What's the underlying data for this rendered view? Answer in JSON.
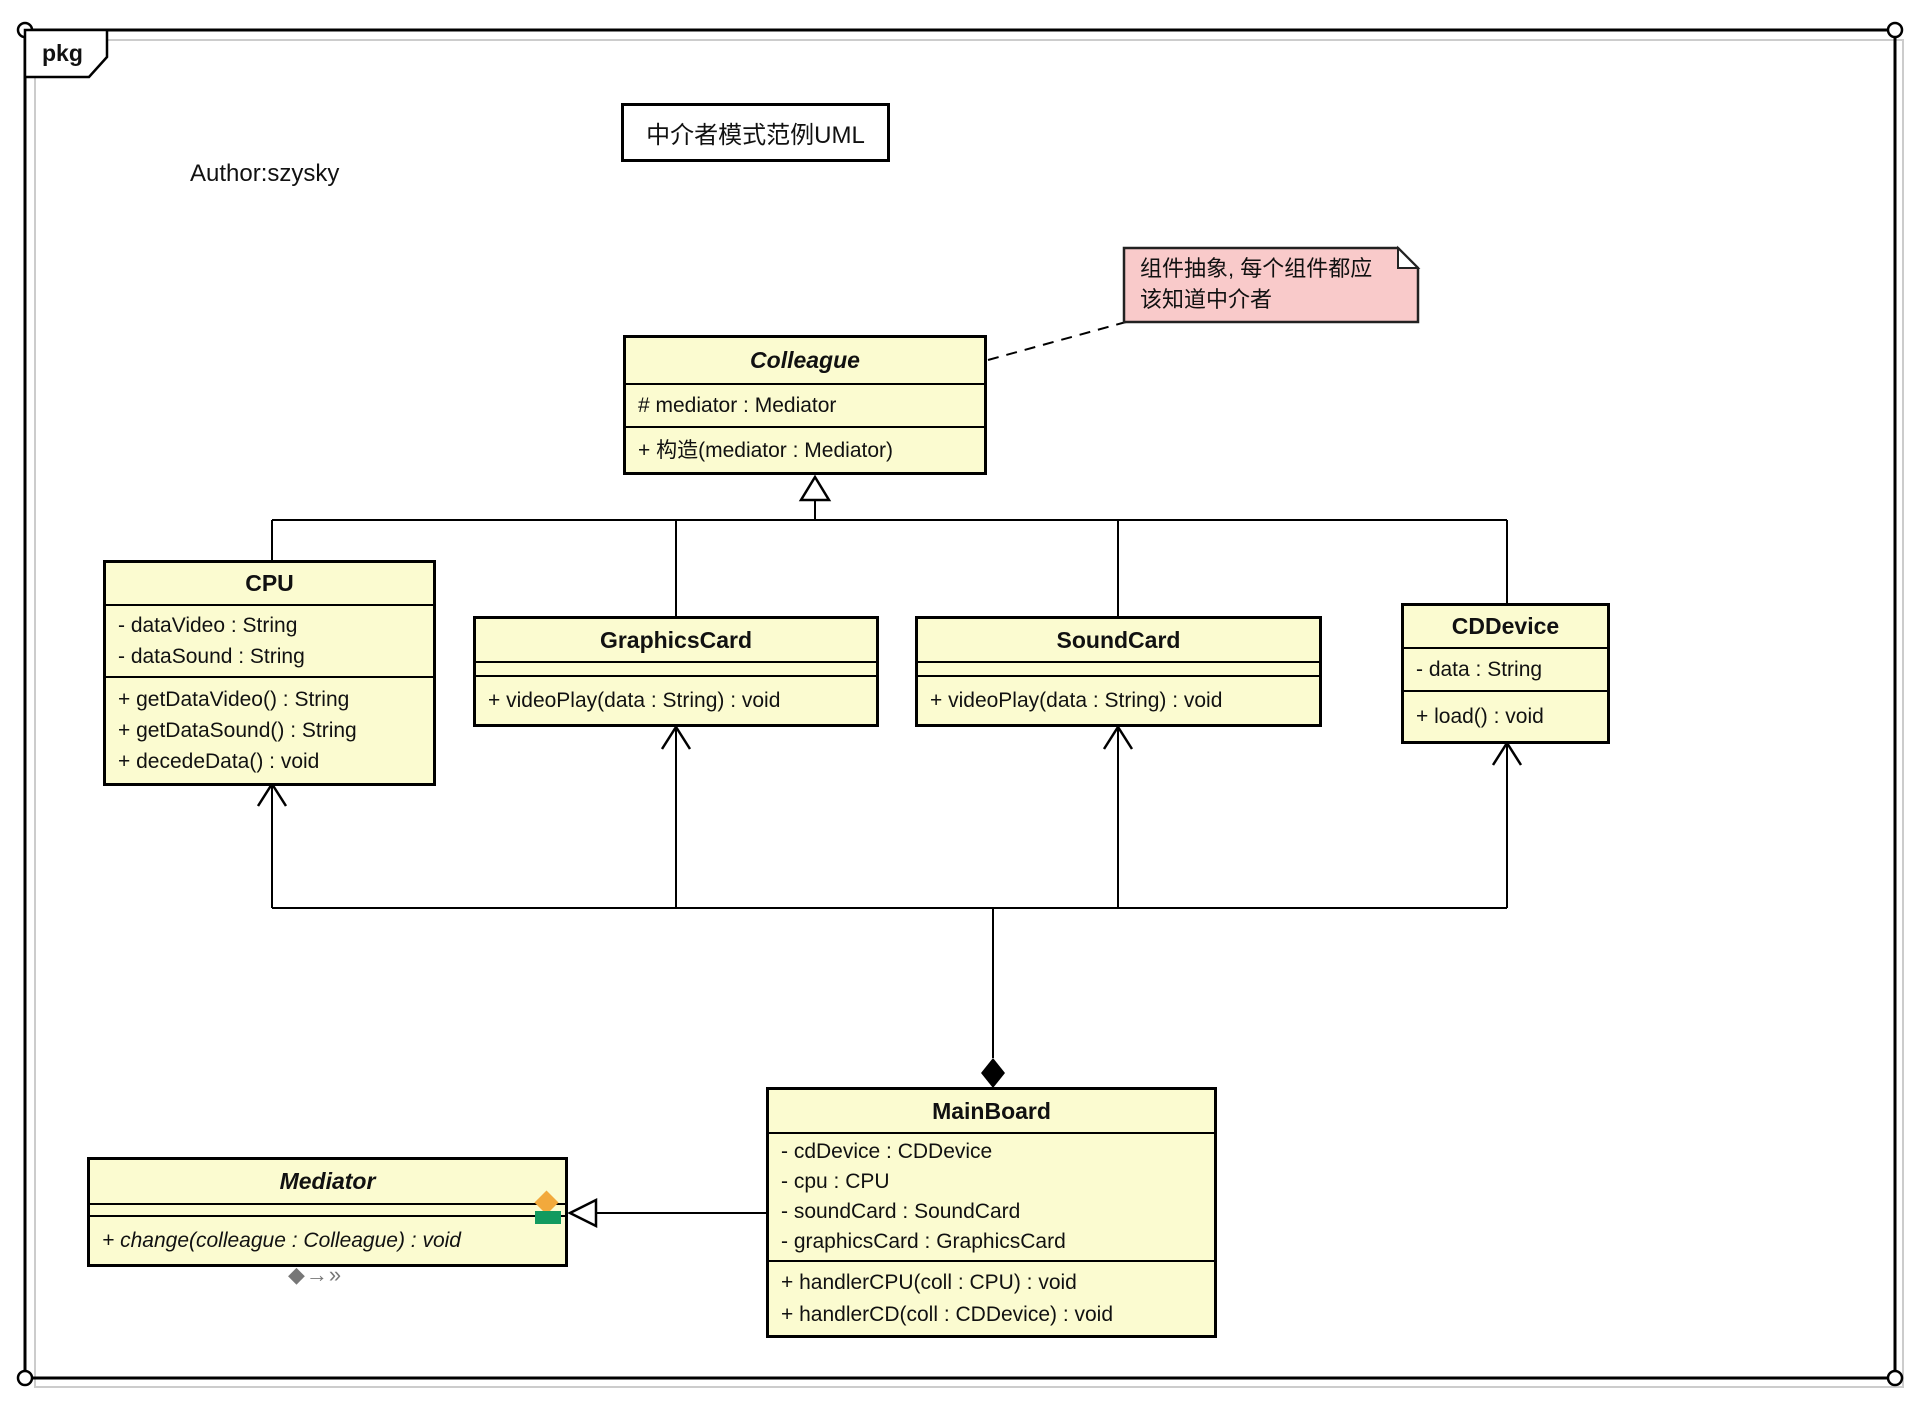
{
  "frame": {
    "tag": "pkg"
  },
  "header": {
    "title": "中介者模式范例UML",
    "author": "Author:szysky"
  },
  "note": {
    "text": "组件抽象, 每个组件都应\n该知道中介者"
  },
  "classes": [
    {
      "name": "Colleague",
      "abstract": true,
      "attributes": [
        "# mediator : Mediator"
      ],
      "methods": [
        "+ 构造(mediator : Mediator)"
      ]
    },
    {
      "name": "CPU",
      "abstract": false,
      "attributes": [
        "- dataVideo : String",
        "- dataSound : String"
      ],
      "methods": [
        "+ getDataVideo() : String",
        "+ getDataSound() : String",
        "+ decedeData() : void"
      ]
    },
    {
      "name": "GraphicsCard",
      "abstract": false,
      "attributes": [],
      "methods": [
        "+ videoPlay(data : String) : void"
      ]
    },
    {
      "name": "SoundCard",
      "abstract": false,
      "attributes": [],
      "methods": [
        "+ videoPlay(data : String) : void"
      ]
    },
    {
      "name": "CDDevice",
      "abstract": false,
      "attributes": [
        "- data : String"
      ],
      "methods": [
        "+ load() : void"
      ]
    },
    {
      "name": "MainBoard",
      "abstract": false,
      "attributes": [
        "- cdDevice : CDDevice",
        "- cpu : CPU",
        "- soundCard : SoundCard",
        "- graphicsCard : GraphicsCard"
      ],
      "methods": [
        "+ handlerCPU(coll : CPU) : void",
        "+ handlerCD(coll : CDDevice) : void"
      ]
    },
    {
      "name": "Mediator",
      "abstract": true,
      "attributes": [],
      "methods": [
        "+ change(colleague : Colleague) : void"
      ]
    }
  ],
  "decorations": {
    "mediator_glyph": "◆→»"
  },
  "colors": {
    "class_fill": "#FBFBD0",
    "note_fill": "#F9CACA",
    "diamond_orange": "#F2A93C",
    "handle_green": "#129A5F"
  }
}
